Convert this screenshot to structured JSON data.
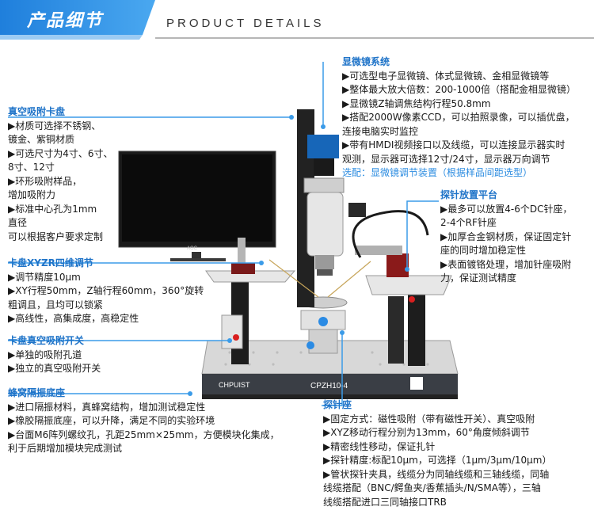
{
  "header": {
    "title": "产品细节",
    "subtitle": "PRODUCT DETAILS"
  },
  "colors": {
    "accent": "#1e73c8",
    "banner": "#2f8ee6",
    "leader": "#3b9be8"
  },
  "device": {
    "brand": "CHPUIST",
    "model": "CPZH10-4",
    "monitor_logo": "AOC"
  },
  "blocks": {
    "microscope": {
      "title": "显微镜系统",
      "lines": [
        "▶可选型电子显微镜、体式显微镜、金相显微镜等",
        "▶整体最大放大倍数：200-1000倍（搭配金相显微镜）",
        "▶显微镜Z轴调焦结构行程50.8mm",
        "▶搭配2000W像素CCD，可以拍照录像，可以插优盘，",
        "连接电脑实时监控",
        "▶带有HMDI视频接口以及线缆，可以连接显示器实时",
        "观测，显示器可选择12寸/24寸，显示器万向调节"
      ],
      "note": "选配：显微镜调节装置（根据样品间距选型）"
    },
    "vacuum_chuck": {
      "title": "真空吸附卡盘",
      "lines": [
        "▶材质可选择不锈钢、",
        "镀金、紫铜材质",
        "▶可选尺寸为4寸、6寸、",
        "8寸、12寸",
        "▶环形吸附样品，",
        "增加吸附力",
        "▶标准中心孔为1mm",
        "直径",
        "可以根据客户要求定制"
      ]
    },
    "xyzr": {
      "title": "卡盘XYZR四维调节",
      "lines": [
        "▶调节精度10μm",
        "▶XY行程50mm，Z轴行程60mm，360°旋转",
        "粗调且，且均可以锁紧",
        "▶高线性，高集成度，高稳定性"
      ]
    },
    "vacuum_switch": {
      "title": "卡盘真空吸附开关",
      "lines": [
        "▶单独的吸附孔道",
        "▶独立的真空吸附开关"
      ]
    },
    "honeycomb": {
      "title": "蜂窝隔振底座",
      "lines": [
        "▶进口隔振材料，真蜂窝结构，增加测试稳定性",
        "▶橡胶隔振底座，可以升降，满足不同的实验环境",
        "▶台面M6阵列螺纹孔，孔距25mm×25mm，方便模块化集成，",
        "利于后期增加模块完成测试"
      ]
    },
    "probe_platform": {
      "title": "探针放置平台",
      "lines": [
        "▶最多可以放置4-6个DC针座，",
        "2-4个RF针座",
        "▶加厚合金钢材质，保证固定针",
        "座的同时增加稳定性",
        "▶表面镀铬处理，增加针座吸附",
        "力，保证测试精度"
      ]
    },
    "probe_seat": {
      "title": "探针座",
      "lines": [
        "▶固定方式：磁性吸附（带有磁性开关）、真空吸附",
        "▶XYZ移动行程分别为13mm，60°角度倾斜调节",
        "▶精密线性移动，保证扎针",
        "▶探针精度:标配10μm，可选择（1μm/3μm/10μm）",
        "▶管状探针夹具，线缆分为同轴线缆和三轴线缆，同轴",
        "线缆搭配（BNC/鳄鱼夹/香蕉插头/N/SMA等），三轴",
        "线缆搭配进口三同轴接口TRB"
      ]
    }
  }
}
